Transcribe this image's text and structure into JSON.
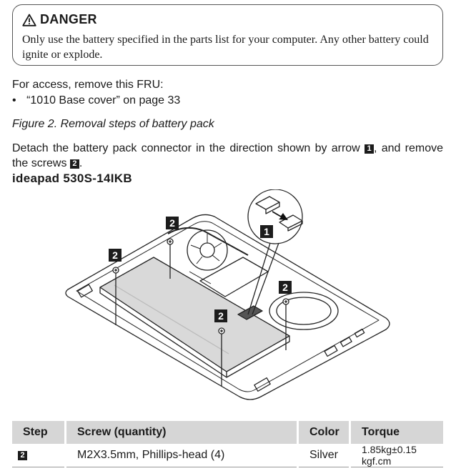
{
  "danger": {
    "title": "DANGER",
    "body": "Only use the battery specified in the parts list for your computer. Any other battery could ignite or explode."
  },
  "access": {
    "intro": "For access, remove this FRU:",
    "bullet": "•",
    "item": "“1010 Base cover” on page 33"
  },
  "figure_caption": "Figure 2. Removal steps of battery pack",
  "instruction": {
    "part1": "Detach the battery pack connector in the direction shown by arrow",
    "step1": "1",
    "part2": ", and remove the screws",
    "step2": "2",
    "part3": "."
  },
  "model": "ideapad 530S-14IKB",
  "callouts": {
    "arrow_step": "1",
    "screw_step": "2"
  },
  "table": {
    "headers": [
      "Step",
      "Screw (quantity)",
      "Color",
      "Torque"
    ],
    "rows": [
      {
        "step": "2",
        "screw": "M2X3.5mm, Phillips-head (4)",
        "color": "Silver",
        "torque": "1.85kg±0.15 kgf.cm"
      }
    ]
  }
}
